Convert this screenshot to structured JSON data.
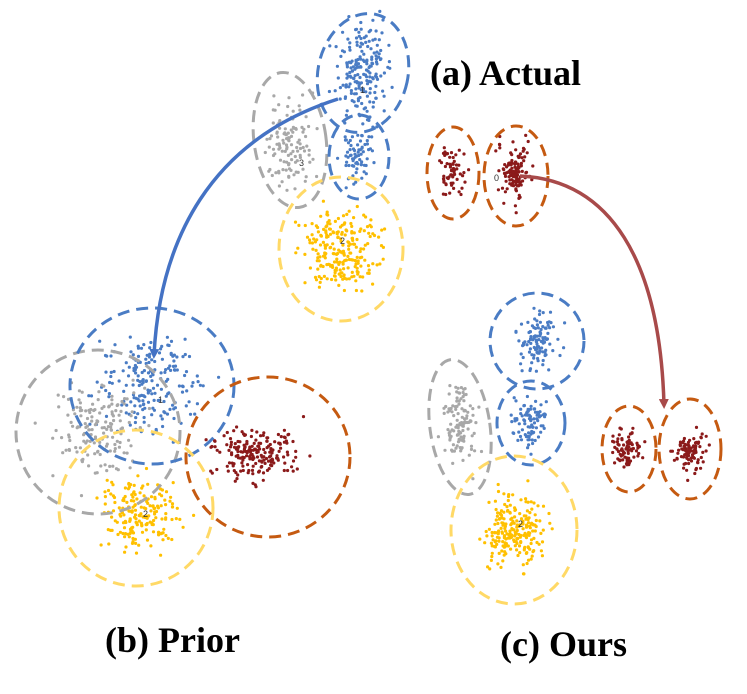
{
  "labels": {
    "actual": "(a) Actual",
    "prior": "(b) Prior",
    "ours": "(c) Ours"
  },
  "cluster_id_labels": [
    "1",
    "3",
    "2",
    "0",
    "1",
    "2",
    "2"
  ],
  "colors": {
    "blue": "#4a7cc4",
    "gray": "#a8a8a8",
    "gold": "#ffc000",
    "gold_ring": "#ffd966",
    "maroon": "#8b1a1a",
    "orange_ring": "#c55a11",
    "blue_arrow": "#4472c4",
    "red_arrow": "#a84a4a",
    "background": "#ffffff"
  },
  "icons": {
    "blue_arrow": "curved-arrow-icon",
    "red_arrow": "curved-arrow-icon"
  }
}
